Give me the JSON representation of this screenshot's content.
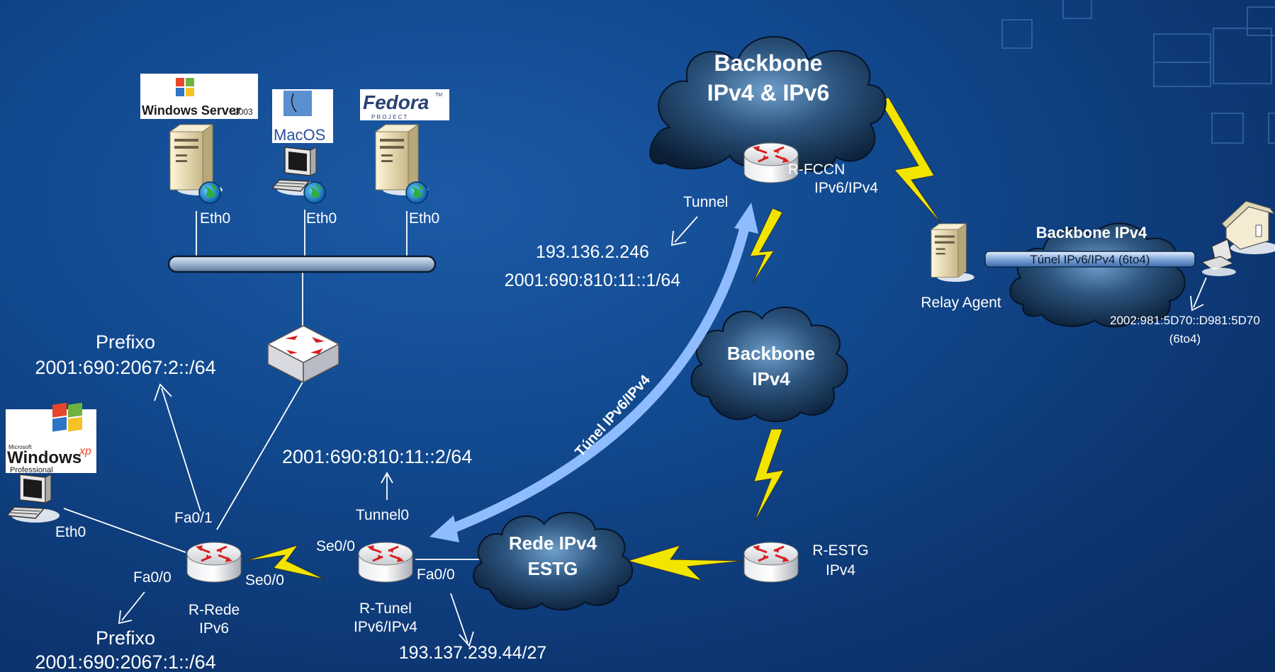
{
  "labels": {
    "eth0_win2003": "Eth0",
    "eth0_mac": "Eth0",
    "eth0_fedora": "Eth0",
    "eth0_xp": "Eth0",
    "prefix2_title": "Prefixo",
    "prefix2_value": "2001:690:2067:2::/64",
    "prefix1_title": "Prefixo",
    "prefix1_value": "2001:690:2067:1::/64",
    "fa01": "Fa0/1",
    "fa00_rede": "Fa0/0",
    "se00_rede": "Se0/0",
    "se00_tunel": "Se0/0",
    "fa00_tunel": "Fa0/0",
    "tunnel0": "Tunnel0",
    "tunnel_addr": "2001:690:810:11::2/64",
    "r_rede_line1": "R-Rede",
    "r_rede_line2": "IPv6",
    "r_tunel_line1": "R-Tunel",
    "r_tunel_line2": "IPv6/IPv4",
    "estg_ipv4_addr": "193.137.239.44/27",
    "tunnel_word": "Tunnel",
    "fccn_ipv4": "193.136.2.246",
    "fccn_ipv6": "2001:690:810:11::1/64",
    "r_fccn_line1": "R-FCCN",
    "r_fccn_line2": "IPv6/IPv4",
    "r_estg_line1": "R-ESTG",
    "r_estg_line2": "IPv4",
    "relay_agent": "Relay Agent",
    "sixto4_addr": "2002:981:5D70::D981:5D70",
    "sixto4_tag": "(6to4)",
    "tunnel_arc_label": "Túnel IPv6/IPv4",
    "tunnel_pipe_label": "Túnel IPv6/IPv4 (6to4)"
  },
  "clouds": {
    "backbone_dual_line1": "Backbone",
    "backbone_dual_line2": "IPv4 & IPv6",
    "backbone_ipv4_line1": "Backbone",
    "backbone_ipv4_line2": "IPv4",
    "rede_estg_line1": "Rede IPv4",
    "rede_estg_line2": "ESTG",
    "backbone_right": "Backbone IPv4"
  },
  "logos": {
    "windows_server": "Windows Server",
    "windows_server_year": "2003",
    "mac_os": "MacOS",
    "fedora": "Fedora",
    "fedora_sub": "P R O J E C T",
    "fedora_tm": "TM",
    "winxp_ms": "Microsoft",
    "winxp_windows": "Windows",
    "winxp_xp": "xp",
    "winxp_pro": "Professional"
  },
  "colors": {
    "background": "#124a90",
    "tunnel_arrow": "#8fbcff",
    "serial_bolt": "#f2e600",
    "link": "#ffffff"
  }
}
